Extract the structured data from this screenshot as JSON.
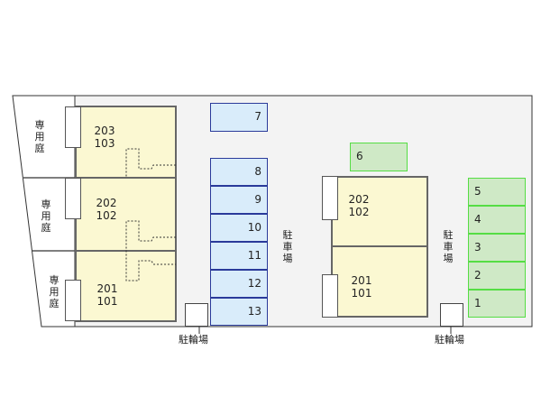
{
  "garden_label": "専用庭",
  "garden_chars": [
    "専",
    "用",
    "庭"
  ],
  "parking_chars": [
    "駐",
    "車",
    "場"
  ],
  "bike_parking_label": "駐輪場",
  "left_building": {
    "units": [
      [
        "203",
        "103"
      ],
      [
        "202",
        "102"
      ],
      [
        "201",
        "101"
      ]
    ]
  },
  "right_building": {
    "units": [
      [
        "202",
        "102"
      ],
      [
        "201",
        "101"
      ]
    ]
  },
  "blue_parking": [
    "7",
    "8",
    "9",
    "10",
    "11",
    "12",
    "13"
  ],
  "green_parking": [
    "6",
    "5",
    "4",
    "3",
    "2",
    "1"
  ],
  "colors": {
    "building": "#fbf8d2",
    "blue_parking": "#d9ecfa",
    "green_parking": "#cfe9c6"
  }
}
